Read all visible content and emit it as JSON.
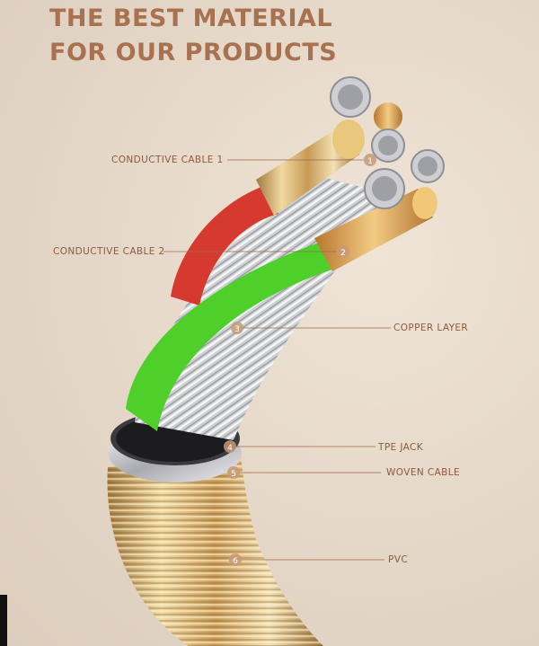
{
  "headline": {
    "line1": "THE BEST MATERIAL",
    "line2": "FOR OUR PRODUCTS"
  },
  "callouts": [
    {
      "number": "1",
      "label": "CONDUCTIVE CABLE 1"
    },
    {
      "number": "2",
      "label": "CONDUCTIVE CABLE 2"
    },
    {
      "number": "3",
      "label": "COPPER LAYER"
    },
    {
      "number": "4",
      "label": "TPE JACK"
    },
    {
      "number": "5",
      "label": "WOVEN CABLE"
    },
    {
      "number": "6",
      "label": "PVC"
    }
  ],
  "colors": {
    "heading": "#a8714f",
    "label_text": "#8c5a3e",
    "callout_badge": "#c79a78",
    "leader_line": "#9a6a4d",
    "red_wire": "#d63a2e",
    "green_wire": "#4fcf2a",
    "copper": "#d8a25a",
    "silver": "#d9d9dc",
    "gold_sheath": "#d9b67a"
  }
}
